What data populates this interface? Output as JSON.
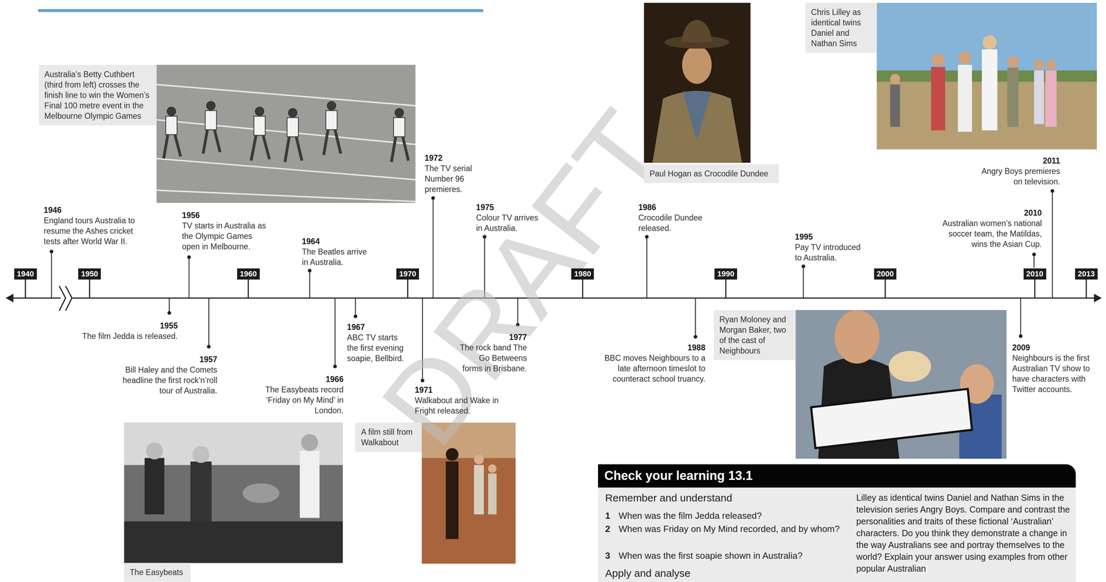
{
  "diagram": {
    "nodes": [
      {
        "text": [
          "Australia’s Betty Cuthbert (third from left) crosses the finish line to win the Women’s Final 100 metre event in the Melbourne Olympic Games"
        ]
      },
      {
        "text": [
          "Paul Hogan as Crocodile Dundee"
        ]
      },
      {
        "text": [
          "Chris Lilley as identical twins Daniel and Nathan Sims"
        ]
      },
      {
        "text": [
          "1940"
        ]
      },
      {
        "text": [
          "1950"
        ]
      },
      {
        "text": [
          "1960"
        ]
      },
      {
        "text": [
          "1970"
        ]
      },
      {
        "text": [
          "1980"
        ]
      },
      {
        "text": [
          "1990"
        ]
      },
      {
        "text": [
          "2000"
        ]
      },
      {
        "text": [
          "2010"
        ]
      },
      {
        "text": [
          "2013"
        ]
      },
      {
        "text": [
          "Ryan Moloney and Morgan Baker, two of the cast of Neighbours"
        ]
      },
      {
        "text": [
          "The Easybeats"
        ]
      },
      {
        "text": [
          "A film still from Walkabout"
        ]
      },
      {
        "text": [
          "Check your learning 13.1"
        ]
      },
      {
        "text": [
          "Remember and understand",
          "1",
          "When was the film Jedda released?",
          "2",
          "When was Friday on My Mind recorded, and by whom?",
          "3",
          "When was the first soapie shown in Australia?",
          "Apply and analyse",
          "Lilley as identical twins Daniel and Nathan Sims in the television series Angry Boys. Compare and contrast the personalities and traits of these fictional ‘Australian’ characters. Do you think they demonstrate a change in the way Australians see and portray themselves to the world? Explain your answer using examples from other popular Australian"
        ]
      }
    ],
    "labels": [
      "1946",
      "England tours Australia to resume the Ashes cricket tests after World War II.",
      "1956",
      "TV starts in Australia as the Olympic Games open in Melbourne.",
      "1964",
      "The Beatles arrive in Australia.",
      "1972",
      "The TV serial Number 96 premieres.",
      "1975",
      "Colour TV arrives in Australia.",
      "1986",
      "Crocodile Dundee released.",
      "1995",
      "Pay TV introduced to Australia.",
      "2010",
      "Australian women’s national soccer team, the Matildas, wins the Asian Cup.",
      "2011",
      "Angry Boys premieres on television.",
      "1955",
      "The film Jedda is released.",
      "1957",
      "Bill Haley and the Comets headline the first rock’n’roll tour of Australia.",
      "1966",
      "The Easybeats record ‘Friday on My Mind’ in London.",
      "1967",
      "ABC TV starts the first evening soapie, Bellbird.",
      "1971",
      "Walkabout and Wake in Fright released.",
      "1977",
      "The rock band The Go Betweens forms in Brisbane.",
      "1988",
      "BBC moves Neighbours to a late afternoon timeslot to counteract school truancy.",
      "2009",
      "Neighbours is the first Australian TV show to have characters with Twitter accounts.",
      "DRAFT"
    ]
  }
}
